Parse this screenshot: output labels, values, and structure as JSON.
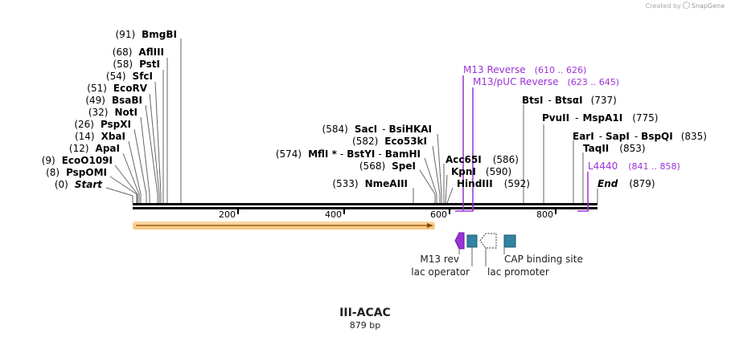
{
  "credit": {
    "prefix": "Created by",
    "brand": "SnapGene"
  },
  "map": {
    "name": "III-ACAC",
    "length_label": "879 bp",
    "length": 879,
    "colors": {
      "backbone": "#000000",
      "feature_arrow": "#e89a1c",
      "primer": "#9b32d8",
      "promoter_box": "#3183a1"
    },
    "ticks": [
      {
        "pos": 200,
        "label": "200"
      },
      {
        "pos": 400,
        "label": "400"
      },
      {
        "pos": 600,
        "label": "600"
      },
      {
        "pos": 800,
        "label": "800"
      }
    ],
    "sites": [
      {
        "pos": "(91)",
        "name": "BmgBI"
      },
      {
        "pos": "(68)",
        "name": "AflIII"
      },
      {
        "pos": "(58)",
        "name": "PstI"
      },
      {
        "pos": "(54)",
        "name": "SfcI"
      },
      {
        "pos": "(51)",
        "name": "EcoRV"
      },
      {
        "pos": "(49)",
        "name": "BsaBI"
      },
      {
        "pos": "(32)",
        "name": "NotI"
      },
      {
        "pos": "(26)",
        "name": "PspXI"
      },
      {
        "pos": "(14)",
        "name": "XbaI"
      },
      {
        "pos": "(12)",
        "name": "ApaI"
      },
      {
        "pos": "(9)",
        "name": "EcoO109I"
      },
      {
        "pos": "(8)",
        "name": "PspOMI"
      },
      {
        "pos": "(0)",
        "name": "Start"
      },
      {
        "pos": "(584)",
        "name": "SacI",
        "name2": "BsiHKAI"
      },
      {
        "pos": "(582)",
        "name": "Eco53kI"
      },
      {
        "pos": "(574)",
        "name": "MflI *",
        "name2": "BstYI",
        "name3": "BamHI"
      },
      {
        "pos": "(568)",
        "name": "SpeI"
      },
      {
        "pos": "(533)",
        "name": "NmeAIII"
      },
      {
        "name": "Acc65I",
        "pos": "(586)"
      },
      {
        "name": "KpnI",
        "pos": "(590)"
      },
      {
        "name": "HindIII",
        "pos": "(592)"
      },
      {
        "name": "BtsI",
        "name2": "BtsαI",
        "pos": "(737)"
      },
      {
        "name": "PvuII",
        "name2": "MspA1I",
        "pos": "(775)"
      },
      {
        "name": "EarI",
        "name2": "SapI",
        "name3": "BspQI",
        "pos": "(835)"
      },
      {
        "name": "TaqII",
        "pos": "(853)"
      },
      {
        "name": "End",
        "pos": "(879)"
      }
    ],
    "primers": [
      {
        "name": "M13 Reverse",
        "range": "(610 .. 626)"
      },
      {
        "name": "M13/pUC Reverse",
        "range": "(623 .. 645)"
      },
      {
        "name": "L4440",
        "range": "(841 .. 858)"
      }
    ],
    "features": [
      {
        "name": "M13 rev"
      },
      {
        "name": "lac operator"
      },
      {
        "name": "lac promoter"
      },
      {
        "name": "CAP binding site"
      }
    ]
  }
}
